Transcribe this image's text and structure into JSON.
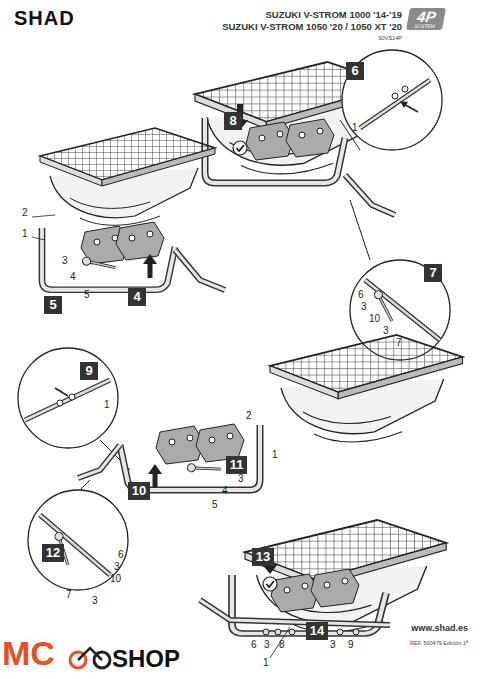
{
  "diagram": {
    "nodes": [
      {
        "text": [
          "4P",
          "SYSTEM"
        ]
      },
      {
        "text": [
          "6"
        ]
      },
      {
        "text": [
          "8"
        ]
      },
      {
        "text": [
          "7"
        ]
      },
      {
        "text": [
          "4"
        ]
      },
      {
        "text": [
          "5"
        ]
      },
      {
        "text": [
          "9"
        ]
      },
      {
        "text": [
          "11"
        ]
      },
      {
        "text": [
          "10"
        ]
      },
      {
        "text": [
          "12"
        ]
      },
      {
        "text": [
          "13"
        ]
      },
      {
        "text": [
          "14"
        ]
      }
    ],
    "labels": [
      "SHAD",
      "SUZUKI V-STROM 1000 '14-'19",
      "SUZUKI V-STROM 1050 '20 / 1050 XT '20",
      "S0VS14P",
      "1",
      "6",
      "3",
      "10",
      "3",
      "7",
      "2",
      "1",
      "3",
      "4",
      "5",
      "1",
      "2",
      "1",
      "3",
      "4",
      "5",
      "6",
      "3",
      "10",
      "3",
      "7",
      "6",
      "3",
      "8",
      "3",
      "9",
      "1",
      "www.shad.es",
      "REF. 500479 Edición 1ª",
      "MC",
      "SHOP"
    ]
  }
}
